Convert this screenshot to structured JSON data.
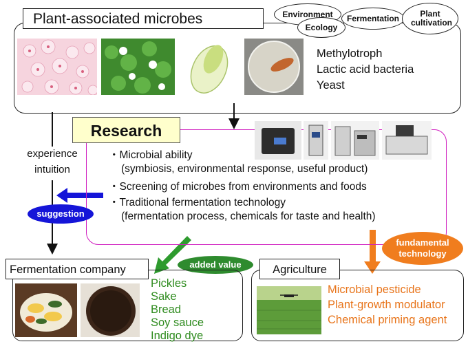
{
  "header": {
    "title": "Plant-associated microbes",
    "tags": [
      "Environment",
      "Ecology",
      "Fermentation",
      "Plant cultivation"
    ]
  },
  "photos": [
    {
      "name": "cherry-blossoms",
      "color": "#f4c6d3"
    },
    {
      "name": "clover-plants",
      "color": "#4f9a3a"
    },
    {
      "name": "chinese-cabbage",
      "color": "#d9e6b0"
    },
    {
      "name": "petri-dish",
      "color": "#b2aea0"
    }
  ],
  "microbes": [
    "Methylotroph",
    "Lactic acid bacteria",
    "Yeast"
  ],
  "research": {
    "title": "Research",
    "lines": [
      "・Microbial ability",
      "(symbiosis, environmental response, useful product)",
      "・Screening of microbes from environments and foods",
      "・Traditional fermentation technology",
      "(fermentation process, chemicals for taste and health)"
    ]
  },
  "side": {
    "experience": "experience",
    "intuition": "intuition"
  },
  "badges": {
    "suggestion": "suggestion",
    "added_value": "added value",
    "fundamental_line1": "fundamental",
    "fundamental_line2": "technology"
  },
  "company": {
    "label": "Fermentation company",
    "products": [
      "Pickles",
      "Sake",
      "Bread",
      "Soy sauce",
      "Indigo dye"
    ]
  },
  "agriculture": {
    "label": "Agriculture",
    "products": [
      "Microbial pesticide",
      "Plant-growth modulator",
      "Chemical priming agent"
    ]
  },
  "colors": {
    "research_frame": "#d020c0",
    "research_title_bg": "#ffffcc",
    "suggestion": "#1515d8",
    "added_value": "#2e8b2e",
    "fundamental": "#f07d1e",
    "food_text": "#2e8b1e",
    "agri_text": "#e8741a"
  }
}
